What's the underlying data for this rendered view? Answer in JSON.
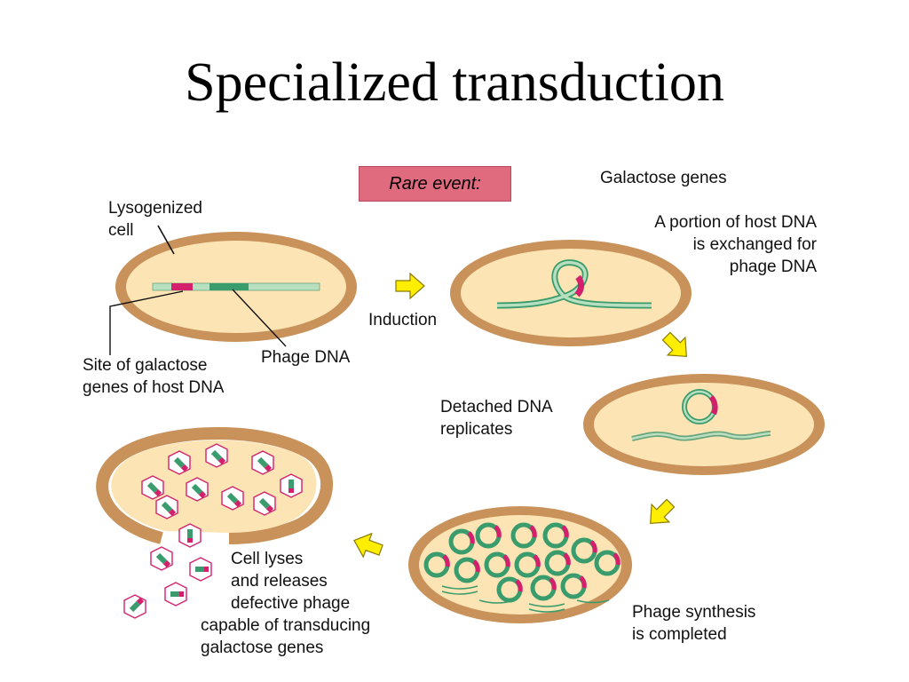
{
  "title": "Specialized transduction",
  "badge": "Rare event:",
  "labels": {
    "lysogenized_cell": [
      "Lysogenized",
      "cell"
    ],
    "site_of_galactose": [
      "Site of galactose",
      "genes of host DNA"
    ],
    "phage_dna": "Phage DNA",
    "induction": "Induction",
    "galactose_genes": "Galactose genes",
    "portion_exchanged": [
      "A portion of host DNA",
      "is exchanged for",
      "phage DNA"
    ],
    "detached_replicates": [
      "Detached DNA",
      "replicates"
    ],
    "phage_synthesis": [
      "Phage synthesis",
      "is completed"
    ],
    "cell_lyses": [
      "Cell lyses",
      "and releases",
      "defective phage",
      "capable of transducing",
      "galactose genes"
    ]
  },
  "colors": {
    "cell_wall": "#c8925a",
    "cytoplasm": "#fce4b4",
    "dna": "#8fd0a4",
    "phage_dna": "#3a9c6c",
    "galactose_marker": "#d4206c",
    "arrow": "#ffee00",
    "badge": "#e06a7e"
  }
}
